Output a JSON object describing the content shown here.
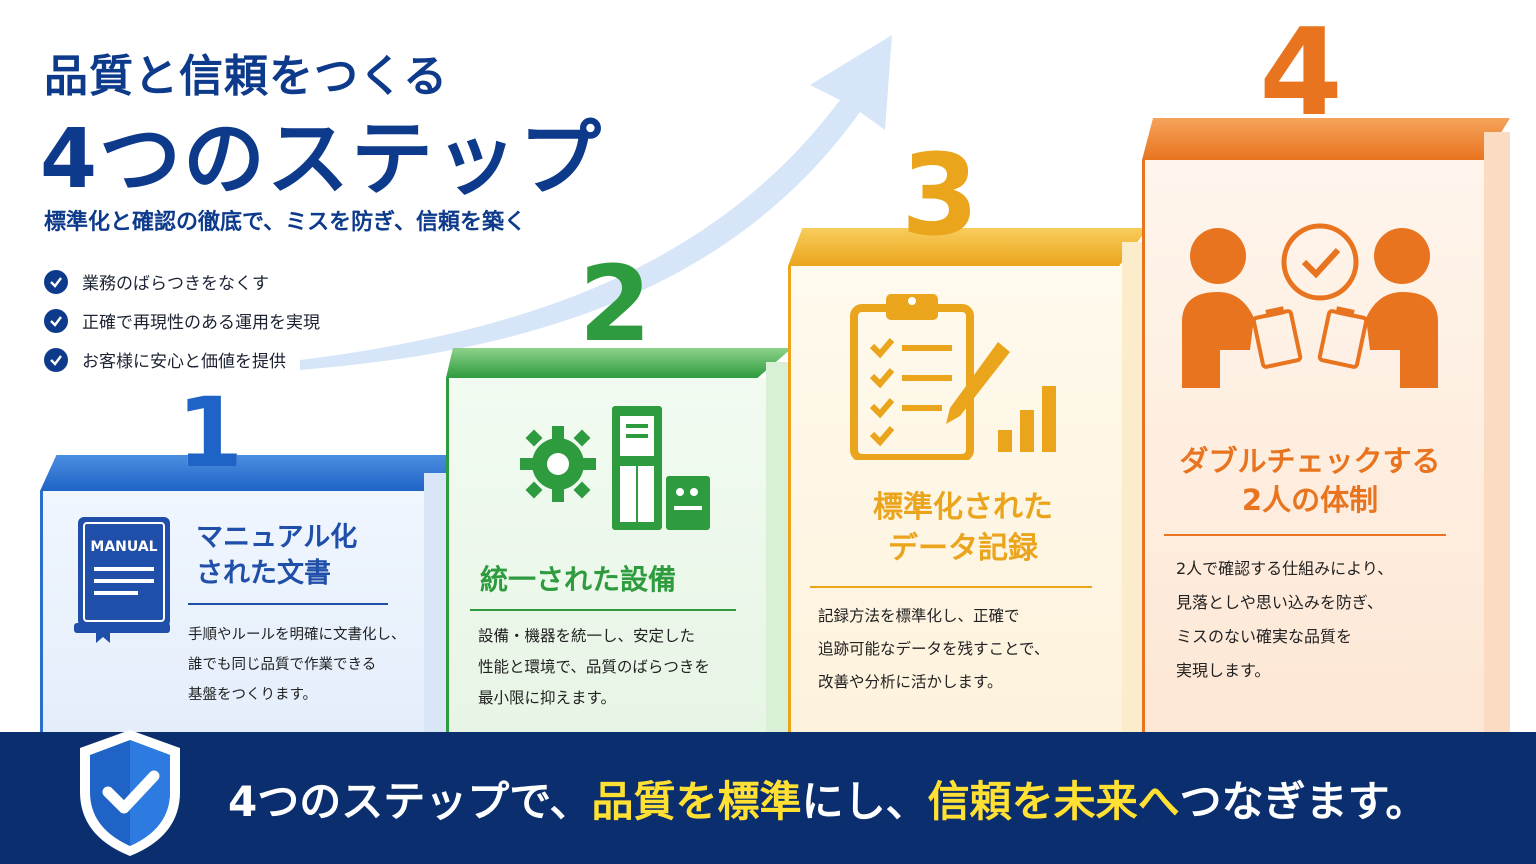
{
  "header": {
    "title_line1": "品質と信頼をつくる",
    "title_line2": "4つのステップ",
    "subtitle": "標準化と確認の徹底で、ミスを防ぎ、信頼を築く",
    "bullets": [
      "業務のばらつきをなくす",
      "正確で再現性のある運用を実現",
      "お客様に安心と価値を提供"
    ]
  },
  "steps": [
    {
      "number": "1",
      "title_line1": "マニュアル化",
      "title_line2": "された文書",
      "icon": "manual-book-icon",
      "icon_label": "MANUAL",
      "desc": [
        "手順やルールを明確に文書化し、",
        "誰でも同じ品質で作業できる",
        "基盤をつくります。"
      ],
      "color": "#1f63c6"
    },
    {
      "number": "2",
      "title_line1": "統一された設備",
      "title_line2": "",
      "icon": "gear-machine-icon",
      "desc": [
        "設備・機器を統一し、安定した",
        "性能と環境で、品質のばらつきを",
        "最小限に抑えます。"
      ],
      "color": "#2e9b3e"
    },
    {
      "number": "3",
      "title_line1": "標準化された",
      "title_line2": "データ記録",
      "icon": "clipboard-chart-icon",
      "desc": [
        "記録方法を標準化し、正確で",
        "追跡可能なデータを残すことで、",
        "改善や分析に活かします。"
      ],
      "color": "#eba51c"
    },
    {
      "number": "4",
      "title_line1": "ダブルチェックする",
      "title_line2": "2人の体制",
      "icon": "two-people-check-icon",
      "desc": [
        "2人で確認する仕組みにより、",
        "見落としや思い込みを防ぎ、",
        "ミスのない確実な品質を",
        "実現します。"
      ],
      "color": "#e8741f"
    }
  ],
  "banner": {
    "part1": "4つのステップで、",
    "hl1": "品質を標準",
    "part2": "にし、",
    "hl2": "信頼を未来へ",
    "part3": "つなぎます。"
  },
  "colors": {
    "navy": "#0d3a8a",
    "banner": "#0b2e6e",
    "highlight": "#ffe033",
    "blue": "#1f63c6",
    "green": "#2e9b3e",
    "yellow": "#eba51c",
    "orange": "#e8741f"
  }
}
